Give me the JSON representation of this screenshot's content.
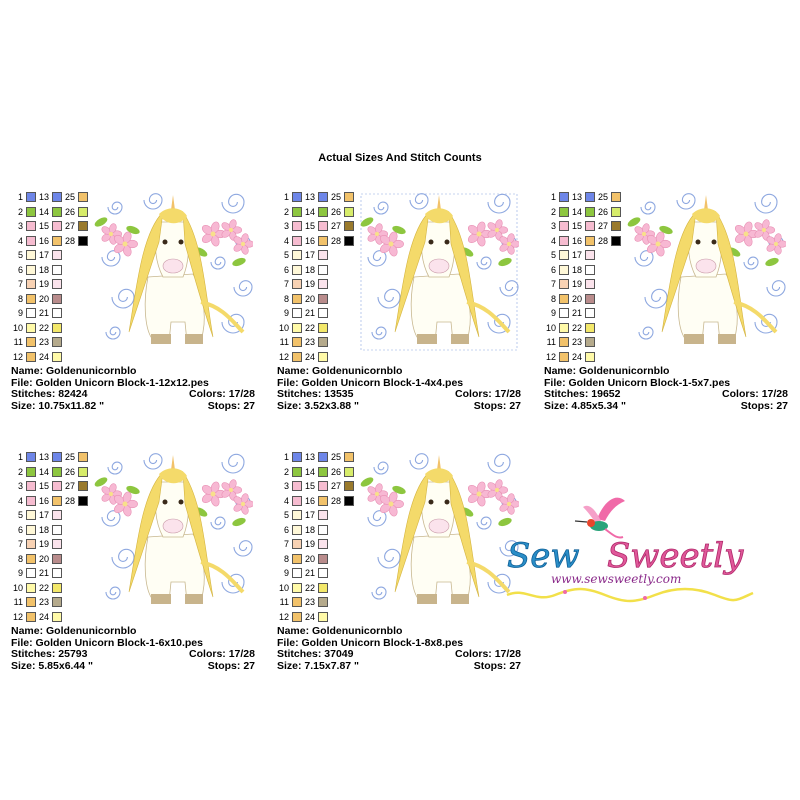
{
  "page": {
    "title": "Actual Sizes And Stitch Counts"
  },
  "colors": {
    "blue": "#6e86e8",
    "green": "#8dc63f",
    "pink": "#f6bcd0",
    "gold": "#f2c26a",
    "light_yellow": "#fffaa8",
    "lime": "#d7ec6a",
    "brown": "#9a7a2c",
    "black": "#000000",
    "cream": "#fff8d8",
    "peach": "#f8d2b4",
    "light_pink": "#fbe3ec",
    "mauve": "#b98c8c",
    "yellow": "#f3e86a",
    "tan": "#c8b48c",
    "gray_tan": "#b5aa8c",
    "white": "#ffffff",
    "flower": "#f7b8d3",
    "leaf": "#8dc63f",
    "mane": "#f4da6a",
    "swirl": "#8ea8e0"
  },
  "thread_chart": {
    "numbers": [
      1,
      2,
      3,
      4,
      5,
      6,
      7,
      8,
      9,
      10,
      11,
      12,
      13,
      14,
      15,
      16,
      17,
      18,
      19,
      20,
      21,
      22,
      23,
      24,
      25,
      26,
      27,
      28
    ],
    "swatch_colors": [
      "blue",
      "green",
      "pink",
      "pink",
      "cream",
      "cream",
      "peach",
      "gold",
      "white",
      "light_yellow",
      "gold",
      "gold",
      "blue",
      "green",
      "pink",
      "gold",
      "light_pink",
      "white",
      "light_pink",
      "mauve",
      "white",
      "yellow",
      "gray_tan",
      "light_yellow",
      "gold",
      "lime",
      "brown",
      "black"
    ]
  },
  "designs": [
    {
      "name": "Name: Goldenunicornblo",
      "file": "File: Golden Unicorn Block-1-12x12.pes",
      "stitches": "Stitches: 82424",
      "colors": "Colors: 17/28",
      "size": "Size: 10.75x11.82 \"",
      "stops": "Stops: 27"
    },
    {
      "name": "Name: Goldenunicornblo",
      "file": "File: Golden Unicorn Block-1-4x4.pes",
      "stitches": "Stitches: 13535",
      "colors": "Colors: 17/28",
      "size": "Size: 3.52x3.88 \"",
      "stops": "Stops: 27"
    },
    {
      "name": "Name: Goldenunicornblo",
      "file": "File: Golden Unicorn Block-1-5x7.pes",
      "stitches": "Stitches: 19652",
      "colors": "Colors: 17/28",
      "size": "Size: 4.85x5.34 \"",
      "stops": "Stops: 27"
    },
    {
      "name": "Name: Goldenunicornblo",
      "file": "File: Golden Unicorn Block-1-6x10.pes",
      "stitches": "Stitches: 25793",
      "colors": "Colors: 17/28",
      "size": "Size: 5.85x6.44 \"",
      "stops": "Stops: 27"
    },
    {
      "name": "Name: Goldenunicornblo",
      "file": "File: Golden Unicorn Block-1-8x8.pes",
      "stitches": "Stitches: 37049",
      "colors": "Colors: 17/28",
      "size": "Size: 7.15x7.87 \"",
      "stops": "Stops: 27"
    }
  ],
  "logo": {
    "brand": "Sew Sweetly",
    "url": "www.sewsweetly.com",
    "brand_color": "#e0589a",
    "accent_color": "#2a8ec8"
  }
}
